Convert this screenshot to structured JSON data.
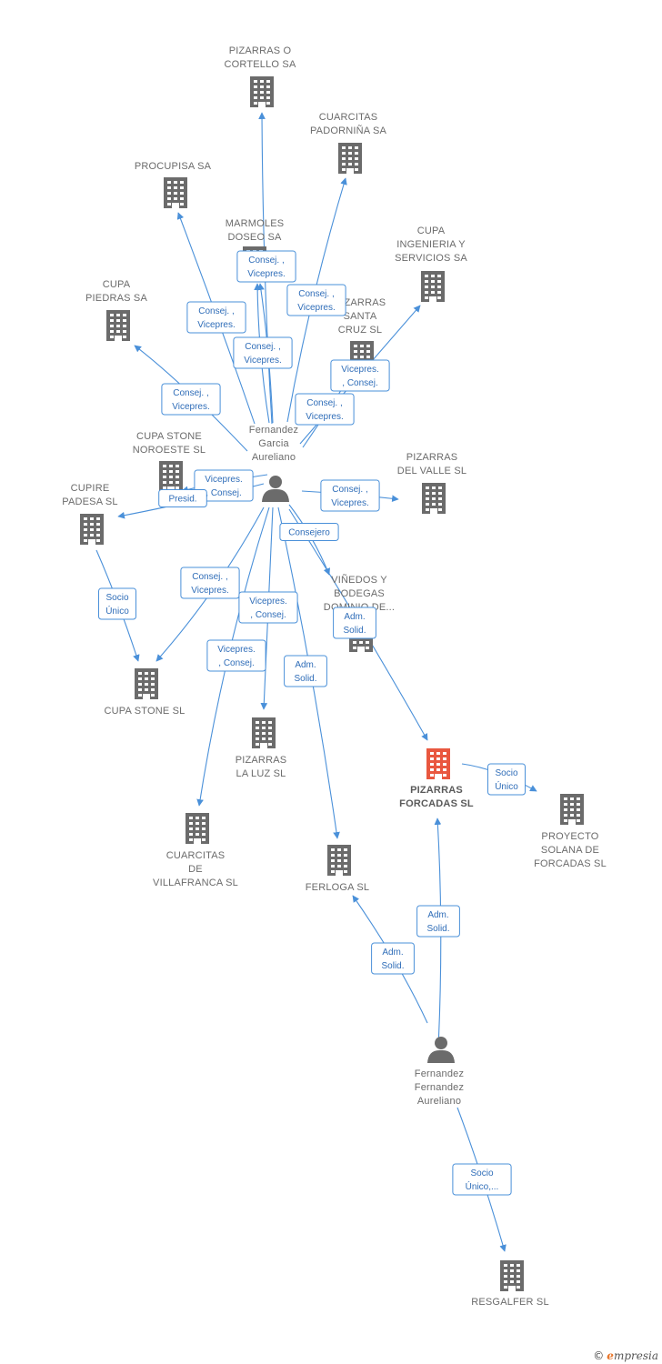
{
  "colors": {
    "edge": "#4a90d9",
    "node": "#6b6b6b",
    "focus": "#e9573f"
  },
  "nodes": [
    {
      "id": "pizarras_o_cortello",
      "type": "company-icon",
      "label": [
        "PIZARRAS O",
        "CORTELLO SA"
      ]
    },
    {
      "id": "cuarcitas_padornina",
      "type": "company-icon",
      "label": [
        "CUARCITAS",
        "PADORNIÑA SA"
      ]
    },
    {
      "id": "procupisa",
      "type": "company-icon",
      "label": [
        "PROCUPISA SA"
      ]
    },
    {
      "id": "marmoles_doseo",
      "type": "company-icon",
      "label": [
        "MARMOLES",
        "DOSEO SA"
      ]
    },
    {
      "id": "cupa_ingenieria",
      "type": "company-icon",
      "label": [
        "CUPA",
        "INGENIERIA Y",
        "SERVICIOS SA"
      ]
    },
    {
      "id": "cupa_piedras",
      "type": "company-icon",
      "label": [
        "CUPA",
        "PIEDRAS SA"
      ]
    },
    {
      "id": "pizarras_santa_cruz",
      "type": "company-icon",
      "label": [
        "PIZARRAS",
        "SANTA",
        "CRUZ SL"
      ]
    },
    {
      "id": "fernandez_garcia",
      "type": "person-icon",
      "label": [
        "Fernandez",
        "Garcia",
        "Aureliano"
      ]
    },
    {
      "id": "cupa_stone_noroeste",
      "type": "company-icon",
      "label": [
        "CUPA STONE",
        "NOROESTE SL"
      ]
    },
    {
      "id": "pizarras_del_valle",
      "type": "company-icon",
      "label": [
        "PIZARRAS",
        "DEL VALLE SL"
      ]
    },
    {
      "id": "cupire_padesa",
      "type": "company-icon",
      "label": [
        "CUPIRE",
        "PADESA SL"
      ]
    },
    {
      "id": "vinedos_bodegas",
      "type": "company-icon",
      "label": [
        "VIÑEDOS Y",
        "BODEGAS",
        "DOMINIO DE..."
      ]
    },
    {
      "id": "cupa_stone",
      "type": "company-icon",
      "label": [
        "CUPA STONE SL"
      ]
    },
    {
      "id": "pizarras_la_luz",
      "type": "company-icon",
      "label": [
        "PIZARRAS",
        "LA LUZ SL"
      ]
    },
    {
      "id": "pizarras_forcadas",
      "type": "company-icon",
      "focus": true,
      "label": [
        "PIZARRAS",
        "FORCADAS SL"
      ]
    },
    {
      "id": "proyecto_solana",
      "type": "company-icon",
      "label": [
        "PROYECTO",
        "SOLANA DE",
        "FORCADAS SL"
      ]
    },
    {
      "id": "cuarcitas_villafranca",
      "type": "company-icon",
      "label": [
        "CUARCITAS",
        "DE",
        "VILLAFRANCA SL"
      ]
    },
    {
      "id": "ferloga",
      "type": "company-icon",
      "label": [
        "FERLOGA SL"
      ]
    },
    {
      "id": "fernandez_fernandez",
      "type": "person-icon",
      "label": [
        "Fernandez",
        "Fernandez",
        "Aureliano"
      ]
    },
    {
      "id": "resgalfer",
      "type": "company-icon",
      "label": [
        "RESGALFER SL"
      ]
    }
  ],
  "edges": [
    {
      "from": "fernandez_garcia",
      "to": "pizarras_o_cortello",
      "label": []
    },
    {
      "from": "fernandez_garcia",
      "to": "cuarcitas_padornina",
      "label": [
        "Consej. ,",
        "Vicepres."
      ]
    },
    {
      "from": "fernandez_garcia",
      "to": "procupisa",
      "label": [
        "Consej. ,",
        "Vicepres."
      ]
    },
    {
      "from": "fernandez_garcia",
      "to": "marmoles_doseo",
      "label": [
        "Consej. ,",
        "Vicepres."
      ]
    },
    {
      "from": "fernandez_garcia",
      "to": "marmoles_doseo",
      "label": [
        "Consej. ,",
        "Vicepres."
      ]
    },
    {
      "from": "fernandez_garcia",
      "to": "cupa_ingenieria",
      "label": [
        "Vicepres.",
        ", Consej."
      ]
    },
    {
      "from": "fernandez_garcia",
      "to": "pizarras_santa_cruz",
      "label": [
        "Consej. ,",
        "Vicepres."
      ]
    },
    {
      "from": "fernandez_garcia",
      "to": "cupa_piedras",
      "label": [
        "Consej. ,",
        "Vicepres."
      ]
    },
    {
      "from": "fernandez_garcia",
      "to": "cupa_stone_noroeste",
      "label": [
        "Vicepres.",
        ", Consej."
      ]
    },
    {
      "from": "fernandez_garcia",
      "to": "cupire_padesa",
      "label": [
        "Presid."
      ]
    },
    {
      "from": "fernandez_garcia",
      "to": "pizarras_del_valle",
      "label": [
        "Consej. ,",
        "Vicepres."
      ]
    },
    {
      "from": "fernandez_garcia",
      "to": "vinedos_bodegas",
      "label": [
        "Consejero"
      ]
    },
    {
      "from": "fernandez_garcia",
      "to": "pizarras_forcadas",
      "label": [
        "Adm.",
        "Solid."
      ]
    },
    {
      "from": "fernandez_garcia",
      "to": "cupa_stone",
      "label": [
        "Consej. ,",
        "Vicepres."
      ]
    },
    {
      "from": "fernandez_garcia",
      "to": "pizarras_la_luz",
      "label": [
        "Vicepres.",
        ", Consej."
      ]
    },
    {
      "from": "fernandez_garcia",
      "to": "cuarcitas_villafranca",
      "label": [
        "Vicepres.",
        ", Consej."
      ]
    },
    {
      "from": "fernandez_garcia",
      "to": "ferloga",
      "label": [
        "Adm.",
        "Solid."
      ]
    },
    {
      "from": "cupire_padesa",
      "to": "cupa_stone",
      "label": [
        "Socio",
        "Único"
      ]
    },
    {
      "from": "pizarras_forcadas",
      "to": "proyecto_solana",
      "label": [
        "Socio",
        "Único"
      ]
    },
    {
      "from": "fernandez_fernandez",
      "to": "pizarras_forcadas",
      "label": [
        "Adm.",
        "Solid."
      ]
    },
    {
      "from": "fernandez_fernandez",
      "to": "ferloga",
      "label": [
        "Adm.",
        "Solid."
      ]
    },
    {
      "from": "fernandez_fernandez",
      "to": "resgalfer",
      "label": [
        "Socio",
        "Único,..."
      ]
    }
  ],
  "watermark": {
    "copyright": "©",
    "brand_e": "e",
    "brand_rest": "mpresia"
  }
}
